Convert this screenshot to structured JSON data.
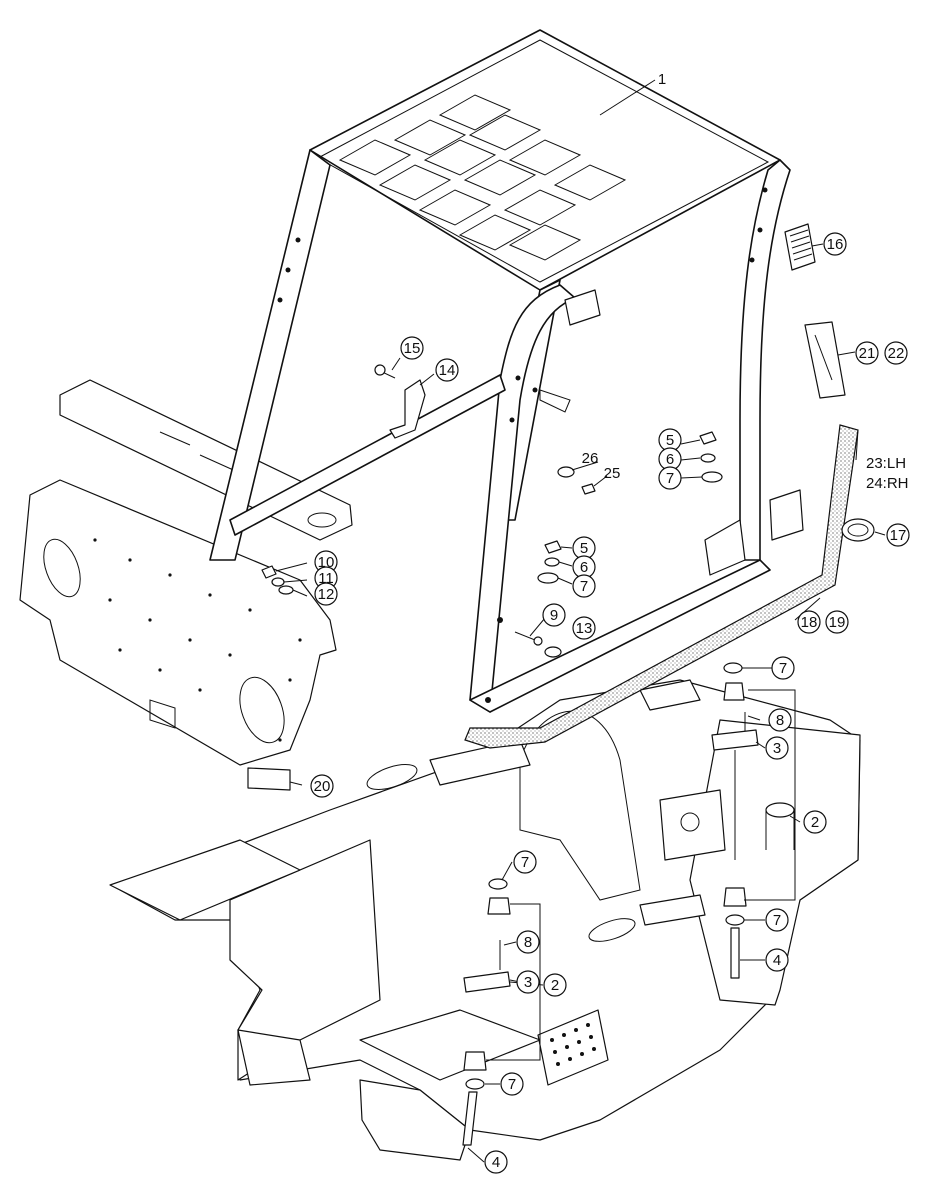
{
  "diagram": {
    "callouts": {
      "c1": "1",
      "c2a": "2",
      "c2b": "2",
      "c3a": "3",
      "c3b": "3",
      "c4a": "4",
      "c4b": "4",
      "c5a": "5",
      "c5b": "5",
      "c6a": "6",
      "c6b": "6",
      "c7a": "7",
      "c7b": "7",
      "c7c": "7",
      "c7d": "7",
      "c7e": "7",
      "c7f": "7",
      "c8a": "8",
      "c8b": "8",
      "c9": "9",
      "c10": "10",
      "c11": "11",
      "c12": "12",
      "c13": "13",
      "c14": "14",
      "c15": "15",
      "c16": "16",
      "c17": "17",
      "c18": "18",
      "c19": "19",
      "c20": "20",
      "c21": "21",
      "c22": "22",
      "c25": "25",
      "c26": "26",
      "c23": "23:LH",
      "c24": "24:RH"
    }
  }
}
